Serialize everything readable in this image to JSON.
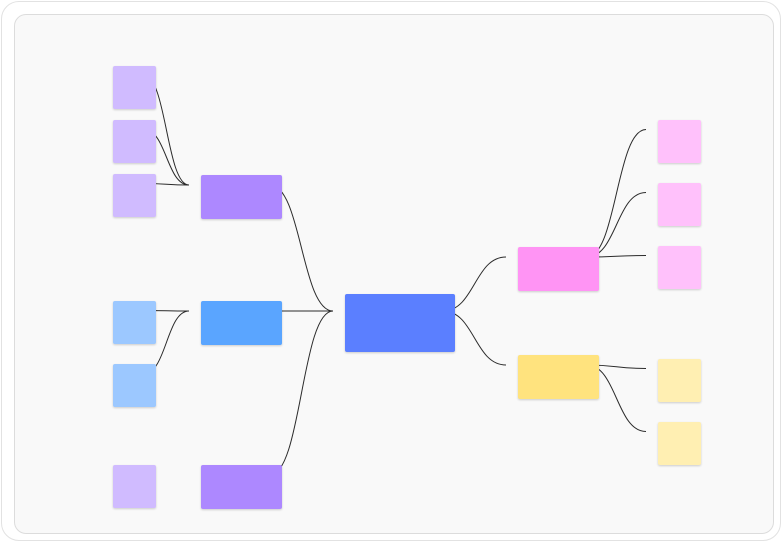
{
  "diagram": {
    "type": "mind-map",
    "nodes": [
      {
        "id": "root",
        "color": "#5b7fff",
        "parent": null
      },
      {
        "id": "l1",
        "color": "#ad88ff",
        "parent": "root"
      },
      {
        "id": "l2",
        "color": "#5aa5ff",
        "parent": "root"
      },
      {
        "id": "l3",
        "color": "#ad88ff",
        "parent": "root"
      },
      {
        "id": "r1",
        "color": "#ff94f4",
        "parent": "root"
      },
      {
        "id": "r2",
        "color": "#ffe37e",
        "parent": "root"
      },
      {
        "id": "l1a",
        "color": "#d0bbff",
        "parent": "l1"
      },
      {
        "id": "l1b",
        "color": "#d0bbff",
        "parent": "l1"
      },
      {
        "id": "l1c",
        "color": "#d0bbff",
        "parent": "l1"
      },
      {
        "id": "l2a",
        "color": "#9cc8ff",
        "parent": "l2"
      },
      {
        "id": "l2b",
        "color": "#9cc8ff",
        "parent": "l2"
      },
      {
        "id": "l3a",
        "color": "#d0bbff",
        "parent": null
      },
      {
        "id": "r1a",
        "color": "#ffc1fb",
        "parent": "r1"
      },
      {
        "id": "r1b",
        "color": "#ffc1fb",
        "parent": "r1"
      },
      {
        "id": "r1c",
        "color": "#ffc1fb",
        "parent": "r1"
      },
      {
        "id": "r2a",
        "color": "#ffefb2",
        "parent": "r2"
      },
      {
        "id": "r2b",
        "color": "#ffefb2",
        "parent": "r2"
      }
    ],
    "link_color": "#2b2b2b"
  }
}
